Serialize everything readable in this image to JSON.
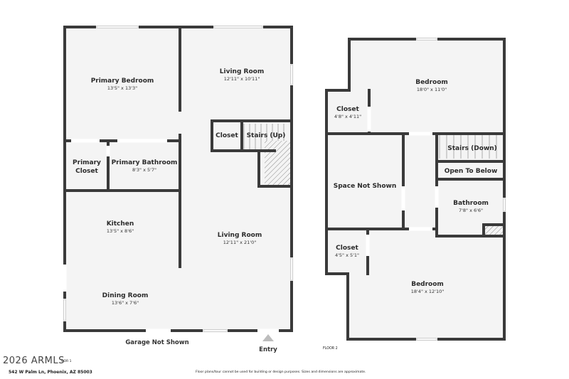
{
  "floor1": {
    "rooms": [
      {
        "name": "Primary Bedroom",
        "dim": "13'5\" x 13'3\""
      },
      {
        "name": "Living Room",
        "dim": "12'11\" x 10'11\""
      },
      {
        "name": "Closet",
        "dim": ""
      },
      {
        "name": "Stairs (Up)",
        "dim": ""
      },
      {
        "name": "Primary",
        "name2": "Closet",
        "dim": ""
      },
      {
        "name": "Primary Bathroom",
        "dim": "8'3\" x 5'7\""
      },
      {
        "name": "Kitchen",
        "dim": "13'5\" x 8'6\""
      },
      {
        "name": "Living Room",
        "dim": "12'11\" x 21'0\""
      },
      {
        "name": "Dining Room",
        "dim": "13'6\" x 7'6\""
      }
    ],
    "garage_label": "Garage Not Shown",
    "entry_label": "Entry",
    "floor_label": "OOR 1"
  },
  "floor2": {
    "rooms": [
      {
        "name": "Bedroom",
        "dim": "18'0\" x 11'0\""
      },
      {
        "name": "Closet",
        "dim": "4'8\" x 4'11\""
      },
      {
        "name": "Stairs (Down)",
        "dim": ""
      },
      {
        "name": "Open To Below",
        "dim": ""
      },
      {
        "name": "Space Not Shown",
        "dim": ""
      },
      {
        "name": "Bathroom",
        "dim": "7'8\" x 6'6\""
      },
      {
        "name": "Closet",
        "dim": "4'5\" x 5'1\""
      },
      {
        "name": "Bedroom",
        "dim": "18'4\" x 12'10\""
      }
    ],
    "floor_label": "FLOOR 2"
  },
  "footer": {
    "watermark": "2026 ARMLS",
    "address": "542 W Palm Ln, Phoenix, AZ 85003",
    "disclaimer": "Floor plans/tour cannot be used for building or design purposes. Sizes and dimensions are approximate."
  },
  "colors": {
    "wall": "#3a3a3a",
    "floor": "#f4f4f4",
    "window": "#cfcfcf"
  }
}
